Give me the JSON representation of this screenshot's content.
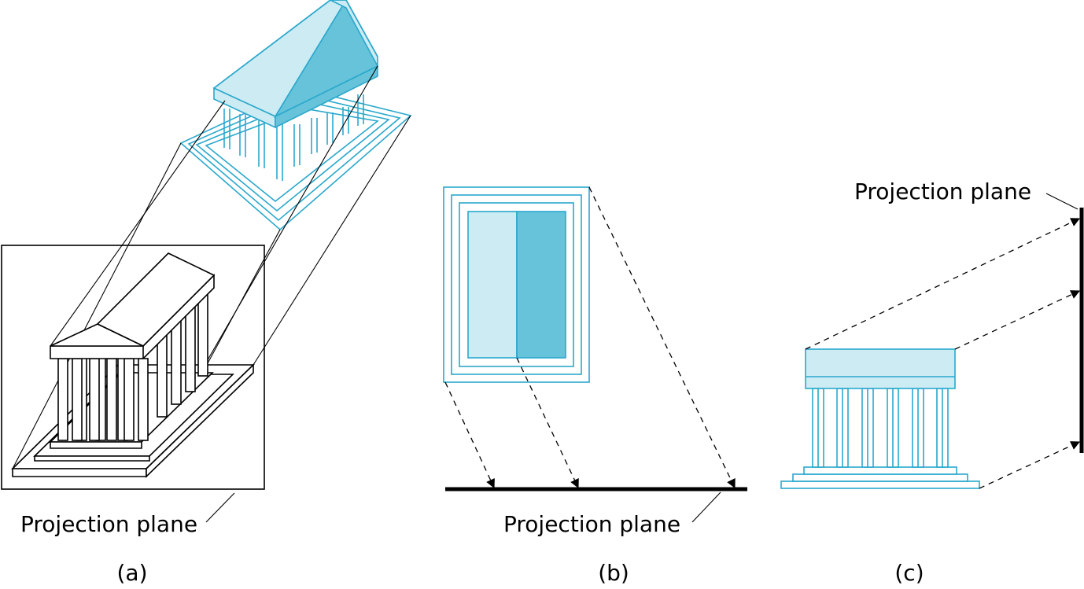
{
  "panels": {
    "a": {
      "caption": "(a)",
      "plane_label": "Projection plane"
    },
    "b": {
      "caption": "(b)",
      "plane_label": "Projection plane"
    },
    "c": {
      "caption": "(c)",
      "plane_label": "Projection plane"
    }
  },
  "colors": {
    "outline_blue": "#2aa8cc",
    "roof_light": "#cdebf3",
    "roof_dark": "#66c3da",
    "line": "#000000",
    "background": "#ffffff"
  }
}
